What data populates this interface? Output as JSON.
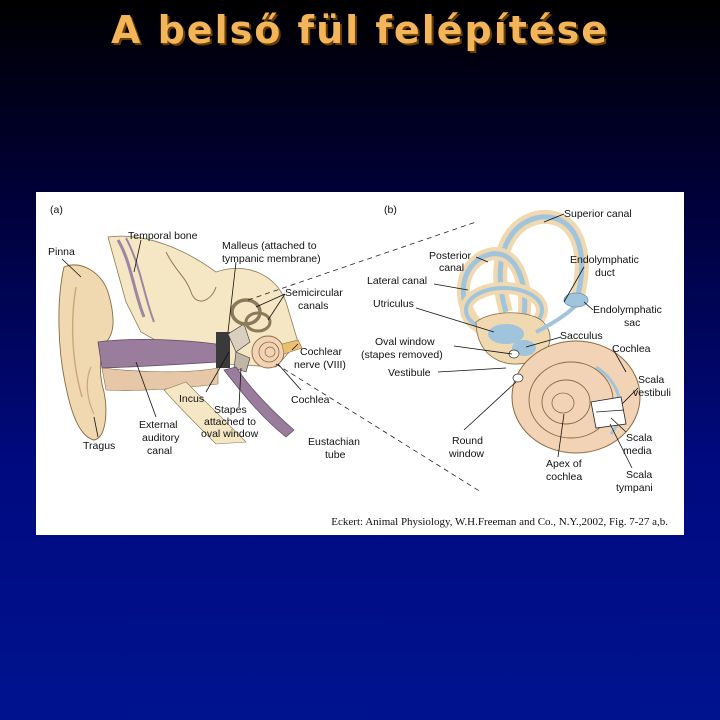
{
  "slide": {
    "title": "A belső fül felépítése"
  },
  "figure": {
    "panel_a": {
      "tag": "(a)",
      "labels": {
        "pinna": "Pinna",
        "temporal_bone": "Temporal bone",
        "malleus_1": "Malleus (attached to",
        "malleus_2": "tympanic membrane)",
        "semicircular_1": "Semicircular",
        "semicircular_2": "canals",
        "cochlear_nerve_1": "Cochlear",
        "cochlear_nerve_2": "nerve (VIII)",
        "incus": "Incus",
        "stapes_1": "Stapes",
        "stapes_2": "attached to",
        "stapes_3": "oval window",
        "cochlea": "Cochlea",
        "external_1": "External",
        "external_2": "auditory",
        "external_3": "canal",
        "tragus": "Tragus",
        "eustachian_1": "Eustachian",
        "eustachian_2": "tube"
      }
    },
    "panel_b": {
      "tag": "(b)",
      "labels": {
        "superior_canal": "Superior canal",
        "posterior_1": "Posterior",
        "posterior_2": "canal",
        "lateral_canal": "Lateral canal",
        "endolymphatic_duct_1": "Endolymphatic",
        "endolymphatic_duct_2": "duct",
        "utriculus": "Utriculus",
        "endolymphatic_sac_1": "Endolymphatic",
        "endolymphatic_sac_2": "sac",
        "sacculus": "Sacculus",
        "oval_window_1": "Oval window",
        "oval_window_2": "(stapes removed)",
        "cochlea": "Cochlea",
        "vestibule": "Vestibule",
        "scala_vestibuli_1": "Scala",
        "scala_vestibuli_2": "vestibuli",
        "round_window_1": "Round",
        "round_window_2": "window",
        "scala_media_1": "Scala",
        "scala_media_2": "media",
        "apex_1": "Apex of",
        "apex_2": "cochlea",
        "scala_tympani_1": "Scala",
        "scala_tympani_2": "tympani"
      }
    },
    "caption": "Eckert: Animal Physiology, W.H.Freeman and Co., N.Y.,2002, Fig. 7-27 a,b."
  },
  "colors": {
    "title": "#f2b55a",
    "skin": "#f0d8b0",
    "bone": "#f5e6c4",
    "canal_blue": "#9fc4dc",
    "cochlea": "#f3d3b5",
    "canal_purple": "#9a7c9c"
  }
}
